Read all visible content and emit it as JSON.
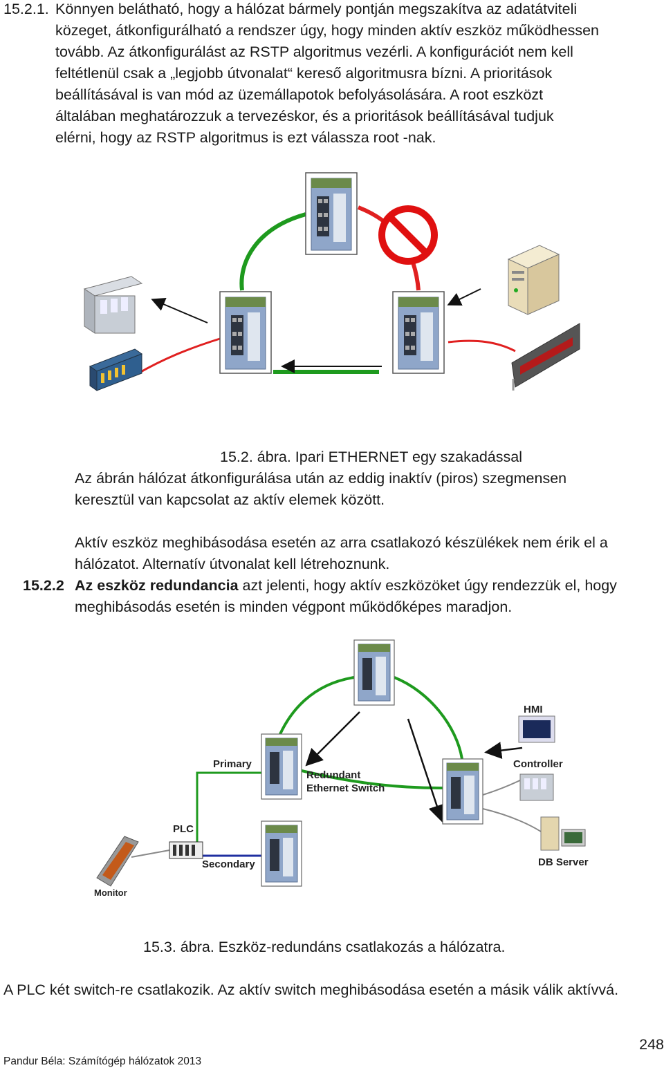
{
  "section1": {
    "number": "15.2.1.",
    "lines": [
      "Könnyen belátható, hogy a hálózat bármely pontján megszakítva az adatátviteli",
      "közeget, átkonfigurálható a rendszer úgy, hogy minden aktív eszköz működhessen",
      "tovább. Az átkonfigurálást az RSTP algoritmus vezérli. A konfigurációt nem kell",
      "feltétlenül csak a „legjobb útvonalat“ kereső algoritmusra  bízni.  A prioritások",
      "beállításával is van mód az üzemállapotok befolyásolására. A root eszközt",
      "általában meghatározzuk a tervezéskor, és a prioritások beállításával tudjuk",
      "elérni, hogy az RSTP algoritmus is ezt válassza root -nak."
    ]
  },
  "figure1": {
    "caption": "15.2. ábra. Ipari ETHERNET egy szakadással",
    "desc_lines": [
      "Az ábrán  hálózat átkonfigurálása után az eddig inaktív (piros) szegmensen",
      "keresztül van kapcsolat az aktív elemek között."
    ]
  },
  "paragraph2": {
    "lines": [
      "Aktív eszköz meghibásodása esetén az arra csatlakozó készülékek nem érik el a",
      "hálózatot. Alternatív útvonalat kell létrehoznunk."
    ]
  },
  "section2": {
    "number": "15.2.2",
    "bold_term": "Az eszköz redundancia",
    "line1_rest": " azt jelenti, hogy aktív eszközöket úgy rendezzük el,  hogy",
    "line2": "meghibásodás esetén is minden végpont működőképes maradjon."
  },
  "figure2": {
    "labels": {
      "hmi": "HMI",
      "primary": "Primary",
      "redundant_1": "Redundant",
      "redundant_2": "Ethernet Switch",
      "controller": "Controller",
      "plc": "PLC",
      "secondary": "Secondary",
      "db_server": "DB Server",
      "monitor": "Monitor"
    },
    "caption": "15.3. ábra. Eszköz-redundáns csatlakozás a hálózatra."
  },
  "closing": "A PLC két switch-re csatlakozik. Az aktív switch meghibásodása esetén a másik válik aktívvá.",
  "footer": {
    "author": "Pandur Béla: Számítógép hálózatok 2013",
    "page": "248"
  },
  "colors": {
    "link_active": "#1e9a1e",
    "link_inactive": "#e02020",
    "secondary_link": "#1f2fa0",
    "switch_body": "#8fa6c9"
  }
}
